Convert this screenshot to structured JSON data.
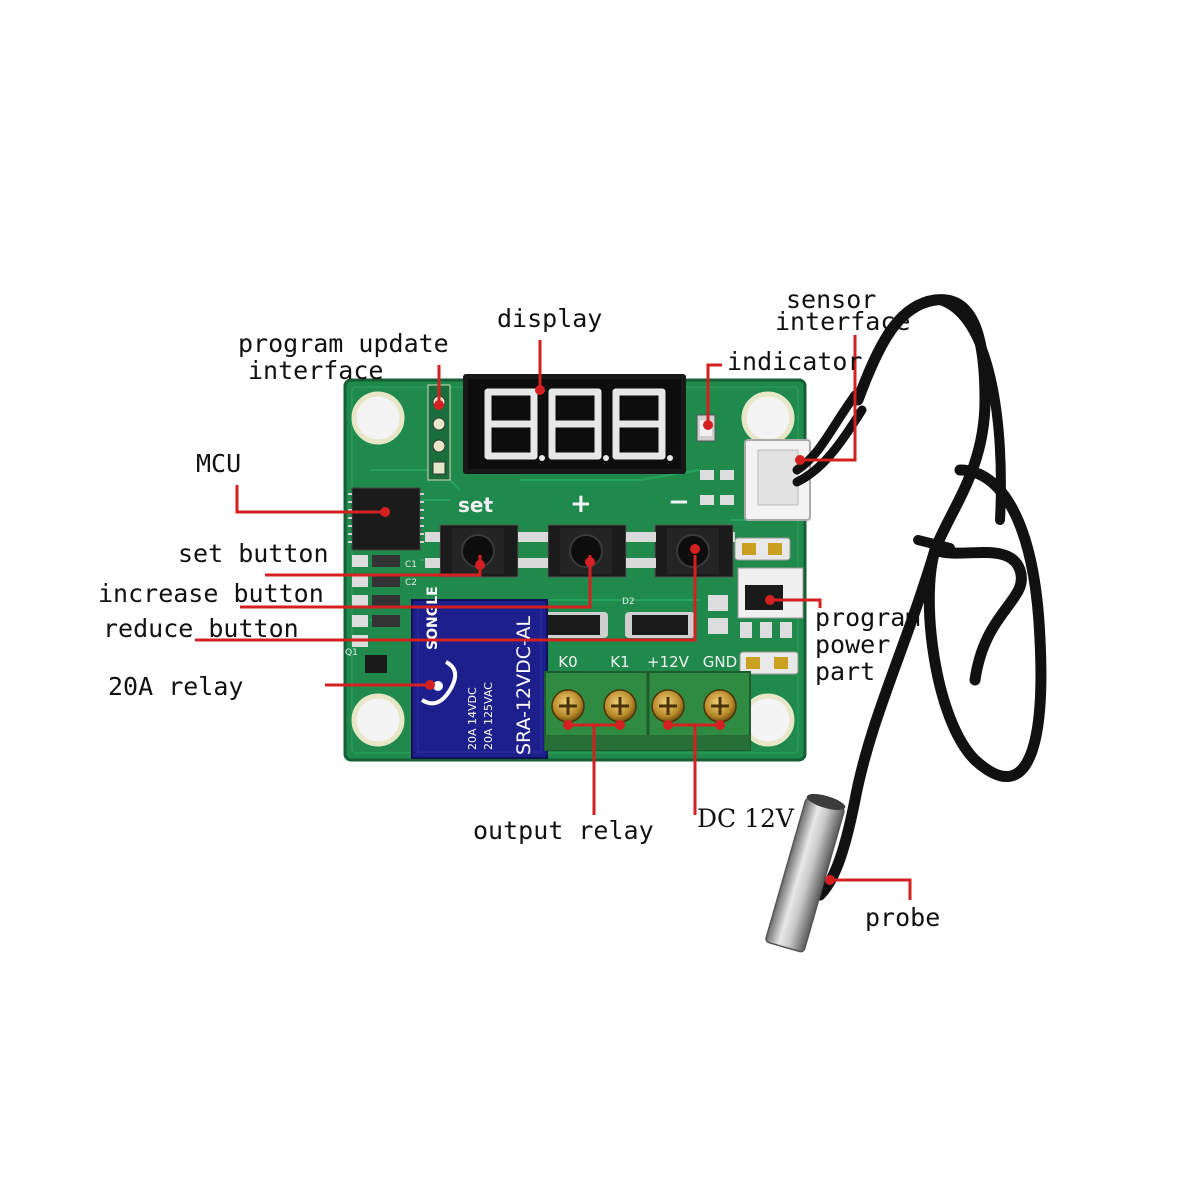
{
  "board": {
    "display_digits": [
      "8",
      "8",
      "8"
    ],
    "button_marks": {
      "set": "set",
      "increase": "+",
      "reduce": "−"
    },
    "terminals": [
      "K0",
      "K1",
      "+12V",
      "GND"
    ],
    "relay_model": "SRA-12VDC-AL",
    "relay_brand": "SONGLE",
    "relay_ratings": [
      "20A 14VDC",
      "20A 125VAC"
    ],
    "silkscreen": {
      "c1": "C1",
      "c2": "C2",
      "d2": "D2",
      "q1": "Q1"
    }
  },
  "labels": {
    "display": "display",
    "program_update_line1": "program update",
    "program_update_line2": "interface",
    "sensor_line1": "sensor",
    "sensor_line2": "interface",
    "indicator": "indicator",
    "mcu": "MCU",
    "set_button": "set button",
    "increase_button": "increase button",
    "reduce_button": "reduce button",
    "relay": "20A relay",
    "power_line1": "program",
    "power_line2": "power",
    "power_line3": "part",
    "output_relay": "output relay",
    "dc": "DC 12V",
    "probe": "probe"
  },
  "colors": {
    "pcb": "#1f8a4c",
    "leader": "#d42020",
    "display_digit": "#e8e8e8",
    "terminal_block": "#2f8a42",
    "relay": "#1d1f8c"
  }
}
